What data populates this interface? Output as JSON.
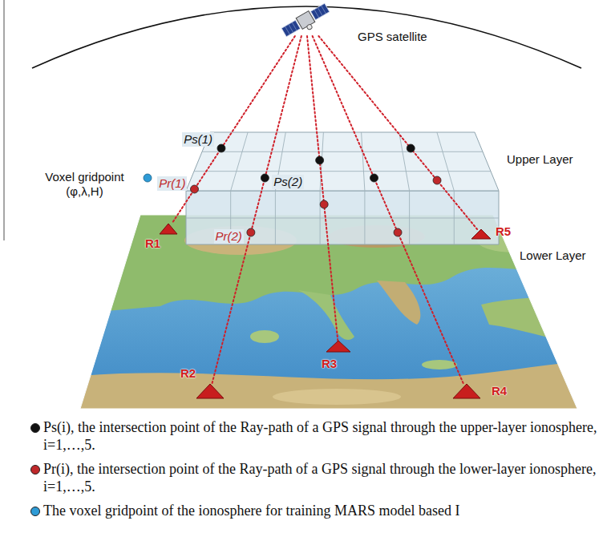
{
  "diagram": {
    "nodes": [
      {
        "text": [
          "GPS satellite"
        ]
      },
      {
        "text": [
          "R1"
        ]
      },
      {
        "text": [
          "R2"
        ]
      },
      {
        "text": [
          "R3"
        ]
      },
      {
        "text": [
          "R4"
        ]
      },
      {
        "text": [
          "R5"
        ]
      }
    ],
    "edges": [
      {
        "from": 0,
        "to": 1,
        "arrow": "none"
      },
      {
        "from": 0,
        "to": 2,
        "arrow": "none"
      },
      {
        "from": 0,
        "to": 3,
        "arrow": "none"
      },
      {
        "from": 0,
        "to": 4,
        "arrow": "none"
      },
      {
        "from": 0,
        "to": 5,
        "arrow": "none"
      }
    ],
    "labels": [
      "Upper Layer",
      "Ps(1)",
      "Pr(1)",
      "Ps(2)",
      "Voxel gridpoint (φ,λ,H)",
      "Pr(2)",
      "Lower Layer"
    ],
    "legend": [
      {
        "text": "Ps(i), the intersection point of the Ray-path of a GPS signal through the upper-layer ionosphere, i=1,…,5.",
        "color": "#111111"
      },
      {
        "text": "Pr(i), the intersection point of the Ray-path of a GPS signal through the lower-layer ionosphere, i=1,…,5.",
        "color": "#c0282a"
      },
      {
        "text": "The voxel gridpoint of the ionosphere for training MARS model based I",
        "color": "#2e9bd6"
      }
    ]
  }
}
